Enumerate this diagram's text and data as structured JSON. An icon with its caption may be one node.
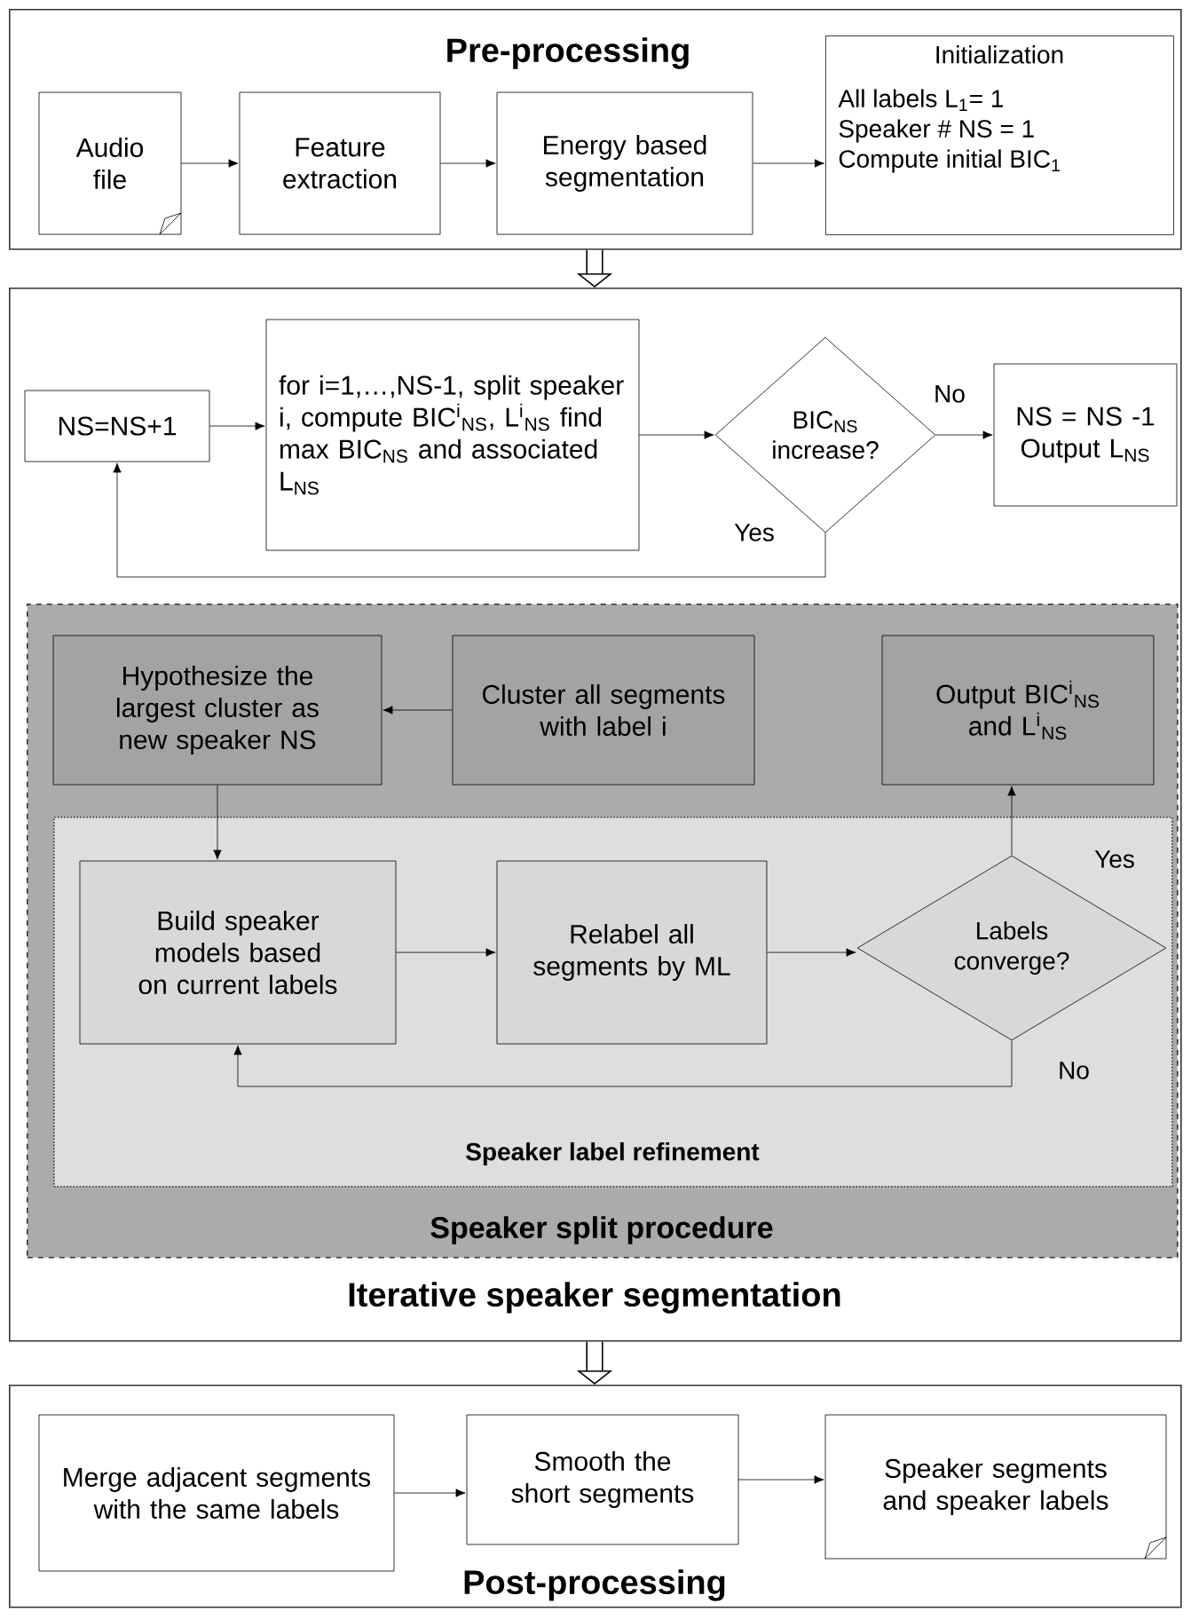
{
  "diagram": {
    "nodes": [
      {
        "text": [
          "Pre-processing"
        ]
      },
      {
        "text": [
          "Audio file"
        ],
        "in": 0
      },
      {
        "text": [
          "Feature extraction"
        ],
        "in": 0
      },
      {
        "text": [
          "Energy based segmentation"
        ],
        "in": 0
      },
      {
        "text": [
          "Initialization",
          "All labels L$_{1}$= 1",
          "Speaker # NS = 1",
          "Compute initial BIC$_{1}$"
        ],
        "in": 0
      },
      {
        "text": [
          "Iterative speaker segmentation"
        ]
      },
      {
        "text": [
          "NS=NS+1"
        ],
        "in": 5
      },
      {
        "text": [
          "for i=1,…,NS-1, split speaker i, compute BIC$^{i}$$_{NS}$, L$^{i}$$_{NS}$ find max BIC$_{NS}$ and associated L$_{NS}$"
        ],
        "in": 5
      },
      {
        "text": [
          "BIC$_{NS}$ increase?"
        ],
        "in": 5
      },
      {
        "text": [
          "NS = NS -1 Output L$_{NS}$"
        ],
        "in": 5
      },
      {
        "text": [
          "Speaker split procedure"
        ],
        "in": 5
      },
      {
        "text": [
          "Hypothesize the largest cluster as new speaker NS"
        ],
        "in": 10
      },
      {
        "text": [
          "Cluster all segments with label i"
        ],
        "in": 10
      },
      {
        "text": [
          "Output BIC$^{i}$$_{NS}$ and L$^{i}$$_{NS}$"
        ],
        "in": 10
      },
      {
        "text": [
          "Speaker label refinement"
        ],
        "in": 10
      },
      {
        "text": [
          "Build speaker models based on current labels"
        ],
        "in": 14
      },
      {
        "text": [
          "Relabel all segments by ML"
        ],
        "in": 14
      },
      {
        "text": [
          "Labels converge?"
        ],
        "in": 14
      },
      {
        "text": [
          "Post-processing"
        ]
      },
      {
        "text": [
          "Merge adjacent segments with the same labels"
        ],
        "in": 18
      },
      {
        "text": [
          "Smooth the short segments"
        ],
        "in": 18
      },
      {
        "text": [
          "Speaker segments and speaker labels"
        ],
        "in": 18
      }
    ],
    "edges": [
      {
        "from": 1,
        "to": 2,
        "arrow": "to"
      },
      {
        "from": 2,
        "to": 3,
        "arrow": "to"
      },
      {
        "from": 3,
        "to": 4,
        "arrow": "to"
      },
      {
        "from": 0,
        "to": 5,
        "arrow": "to",
        "style": "thick"
      },
      {
        "from": 6,
        "to": 7,
        "arrow": "to"
      },
      {
        "from": 7,
        "to": 8,
        "arrow": "to"
      },
      {
        "from": 8,
        "to": 9,
        "arrow": "to",
        "label": "No"
      },
      {
        "from": 8,
        "to": 6,
        "arrow": "to",
        "label": "Yes"
      },
      {
        "from": 12,
        "to": 11,
        "arrow": "to"
      },
      {
        "from": 11,
        "to": 15,
        "arrow": "to"
      },
      {
        "from": 15,
        "to": 16,
        "arrow": "to"
      },
      {
        "from": 16,
        "to": 17,
        "arrow": "to"
      },
      {
        "from": 17,
        "to": 13,
        "arrow": "to",
        "label": "Yes"
      },
      {
        "from": 17,
        "to": 15,
        "arrow": "to",
        "label": "No"
      },
      {
        "from": 5,
        "to": 18,
        "arrow": "to",
        "style": "thick"
      },
      {
        "from": 19,
        "to": 20,
        "arrow": "to"
      },
      {
        "from": 20,
        "to": 21,
        "arrow": "to"
      }
    ]
  }
}
